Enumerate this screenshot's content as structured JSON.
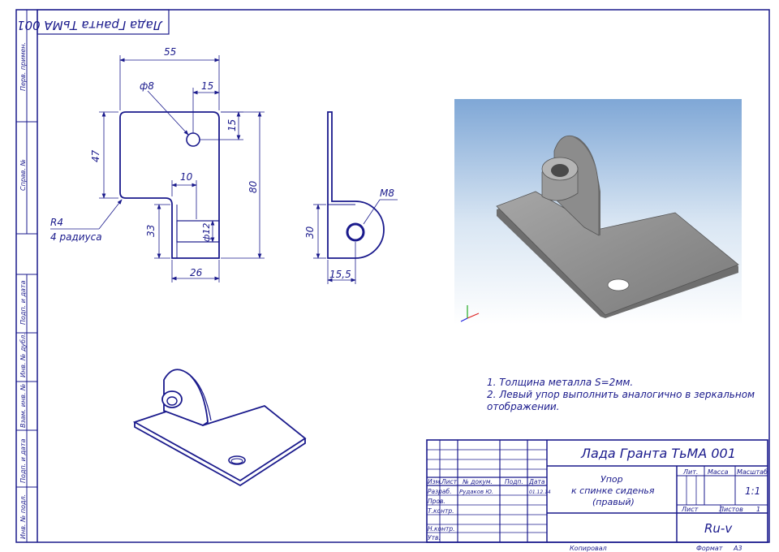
{
  "stamp": {
    "designation": "Лада Гранта ТьМА 001",
    "designation_rotated": "Лада Гранта ТьМА 001",
    "part_name_line1": "Упор",
    "part_name_line2": "к спинке сиденья",
    "part_name_line3": "(правый)",
    "lit_label": "Лит.",
    "mass_label": "Масса",
    "scale_label": "Масштаб",
    "scale_value": "1:1",
    "sheet_label": "Лист",
    "sheets_label": "Листов",
    "sheets_value": "1",
    "org": "Ru-v",
    "copied_label": "Копировал",
    "format_label": "Формат",
    "format_value": "А3",
    "col_izm": "Изм.",
    "col_list": "Лист",
    "col_doc": "№ докум.",
    "col_sign": "Подп.",
    "col_date": "Дата",
    "row_razrab": "Разраб.",
    "row_prov": "Пров.",
    "row_tkontr": "Т.контр.",
    "row_nkontr": "Н.контр.",
    "row_utv": "Утв.",
    "developer": "Рудаков Ю.",
    "date": "01.12.14"
  },
  "side_labels": {
    "perv_primen": "Перв. примен.",
    "sprav": "Справ. №",
    "podp_data1": "Подп. и дата",
    "inv_dubl": "Инв. № дубл.",
    "vzam_inv": "Взам. инв. №",
    "podp_data2": "Подп. и дата",
    "inv_podl": "Инв. № подл."
  },
  "dimensions": {
    "d55": "55",
    "d15a": "15",
    "d15b": "15",
    "phi8": "ф8",
    "d47": "47",
    "d80": "80",
    "d10": "10",
    "d33": "33",
    "phi12": "ф12",
    "d26": "26",
    "r4": "R4",
    "r4_note": "4 радиуса",
    "m8": "М8",
    "d30": "30",
    "d155": "15,5"
  },
  "notes": [
    "1. Толщина металла S=2мм.",
    "2. Левый упор выполнить аналогично в зеркальном",
    "отображении."
  ]
}
